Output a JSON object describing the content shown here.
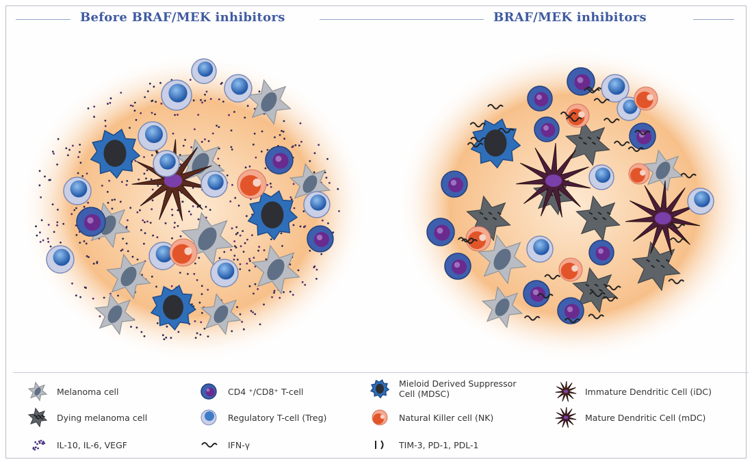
{
  "titles": {
    "left": "Before BRAF/MEK inhibitors",
    "right": "BRAF/MEK inhibitors"
  },
  "legend": [
    {
      "icon": "melanoma-cell-icon",
      "label": "Melanoma cell"
    },
    {
      "icon": "cd4-cd8-t-cell-icon",
      "label": "CD4 ⁺/CD8⁺ T-cell"
    },
    {
      "icon": "mdsc-icon",
      "label": "Mieloid Derived Suppressor\nCell (MDSC)"
    },
    {
      "icon": "immature-dendritic-cell-icon",
      "label": "Immature Dendritic Cell (iDC)"
    },
    {
      "icon": "dying-melanoma-cell-icon",
      "label": "Dying melanoma cell"
    },
    {
      "icon": "regulatory-t-cell-icon",
      "label": "Regulatory T-cell (Treg)"
    },
    {
      "icon": "nk-cell-icon",
      "label": "Natural Killer cell (NK)"
    },
    {
      "icon": "mature-dendritic-cell-icon",
      "label": "Mature Dendritic Cell (mDC)"
    },
    {
      "icon": "cytokine-dots-icon",
      "label": "IL-10, IL-6, VEGF"
    },
    {
      "icon": "ifn-gamma-icon",
      "label": "IFN-γ"
    },
    {
      "icon": "checkpoint-icon",
      "label": "TIM-3, PD-1, PDL-1"
    }
  ],
  "colors": {
    "title": "#3f5aa0",
    "glow": "#f7c08a",
    "melanoma": "#b9bcc2",
    "dying": "#5e6368",
    "tcell": "#3d5fae",
    "tcell_nucleus": "#6a2a8e",
    "treg": "#4a82c4",
    "mdsc": "#2f6fba",
    "nk": "#e2552a",
    "dc": "#5a2a1e",
    "mdc": "#4a1d3a"
  }
}
